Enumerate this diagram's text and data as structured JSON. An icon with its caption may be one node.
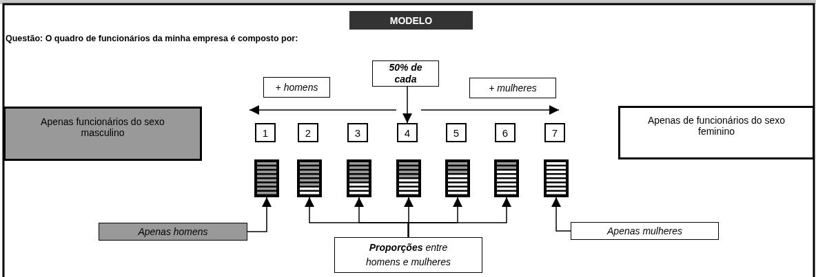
{
  "diagram": {
    "title": "MODELO",
    "nodes": [
      {
        "text": [
          "50% de cada"
        ]
      },
      {
        "text": [
          "+ homens"
        ]
      },
      {
        "text": [
          "+ mulheres"
        ]
      },
      {
        "text": [
          "Apenas funcionários do sexo masculino"
        ]
      },
      {
        "text": [
          "Apenas de funcionários do sexo feminino"
        ]
      },
      {
        "text": [
          "1"
        ]
      },
      {
        "text": [
          "2"
        ]
      },
      {
        "text": [
          "3"
        ]
      },
      {
        "text": [
          "4"
        ]
      },
      {
        "text": [
          "5"
        ]
      },
      {
        "text": [
          "6"
        ]
      },
      {
        "text": [
          "7"
        ]
      },
      {
        "text": [],
        "shape": "bar"
      },
      {
        "text": [],
        "shape": "bar"
      },
      {
        "text": [],
        "shape": "bar"
      },
      {
        "text": [],
        "shape": "bar"
      },
      {
        "text": [],
        "shape": "bar"
      },
      {
        "text": [],
        "shape": "bar"
      },
      {
        "text": [],
        "shape": "bar"
      },
      {
        "text": [
          "Apenas homens"
        ]
      },
      {
        "text": [
          "Apenas mulheres"
        ]
      },
      {
        "text": [
          "**Proporções** entre homens e mulheres"
        ]
      }
    ],
    "edges": [
      {
        "from": 0,
        "to": 8,
        "arrow": "to"
      },
      {
        "from": 19,
        "to": 12,
        "arrow": "to"
      },
      {
        "from": 20,
        "to": 18,
        "arrow": "to"
      },
      {
        "from": 21,
        "to": 13,
        "arrow": "to"
      },
      {
        "from": 21,
        "to": 14,
        "arrow": "to"
      },
      {
        "from": 21,
        "to": 15,
        "arrow": "to"
      },
      {
        "from": 21,
        "to": 16,
        "arrow": "to"
      },
      {
        "from": 21,
        "to": 17,
        "arrow": "to"
      }
    ],
    "labels": [
      "Questão: O quadro de funcionários da minha empresa é composto por:"
    ]
  }
}
